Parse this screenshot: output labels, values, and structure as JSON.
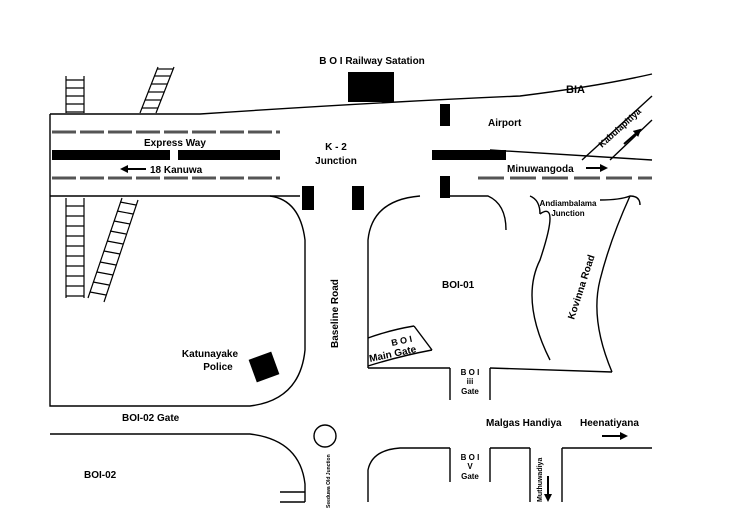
{
  "colors": {
    "ink": "#000000",
    "road_dash": "#555555",
    "background": "#ffffff"
  },
  "labels": {
    "railway_station": "B O I Railway Satation",
    "bia": "BIA",
    "airport": "Airport",
    "kabulapitiya": "Kabulapitiya",
    "express_way": "Express Way",
    "kanuwa": "18 Kanuwa",
    "k2_line1": "K - 2",
    "k2_line2": "Junction",
    "minuwangoda": "Minuwangoda",
    "andiambalama_line1": "Andiambalama",
    "andiambalama_line2": "Junction",
    "kovinna_road": "Kovinna Road",
    "boi01": "BOI-01",
    "baseline_road": "Baseline Road",
    "main_gate_line1": "B O I",
    "main_gate_line2": "Main Gate",
    "iii_gate_line1": "B O I",
    "iii_gate_line2": "iii",
    "iii_gate_line3": "Gate",
    "katunayake_line1": "Katunayake",
    "katunayake_line2": "Police",
    "boi02_gate": "BOI-02 Gate",
    "malgas_handiya": "Malgas Handiya",
    "heenatiyana": "Heenatiyana",
    "boi02": "BOI-02",
    "seeduwa_old_junction": "Seeduwa Old Junction",
    "v_gate_line1": "B O I",
    "v_gate_line2": "V",
    "v_gate_line3": "Gate",
    "muthuwadiya": "Muthuwadiya"
  }
}
